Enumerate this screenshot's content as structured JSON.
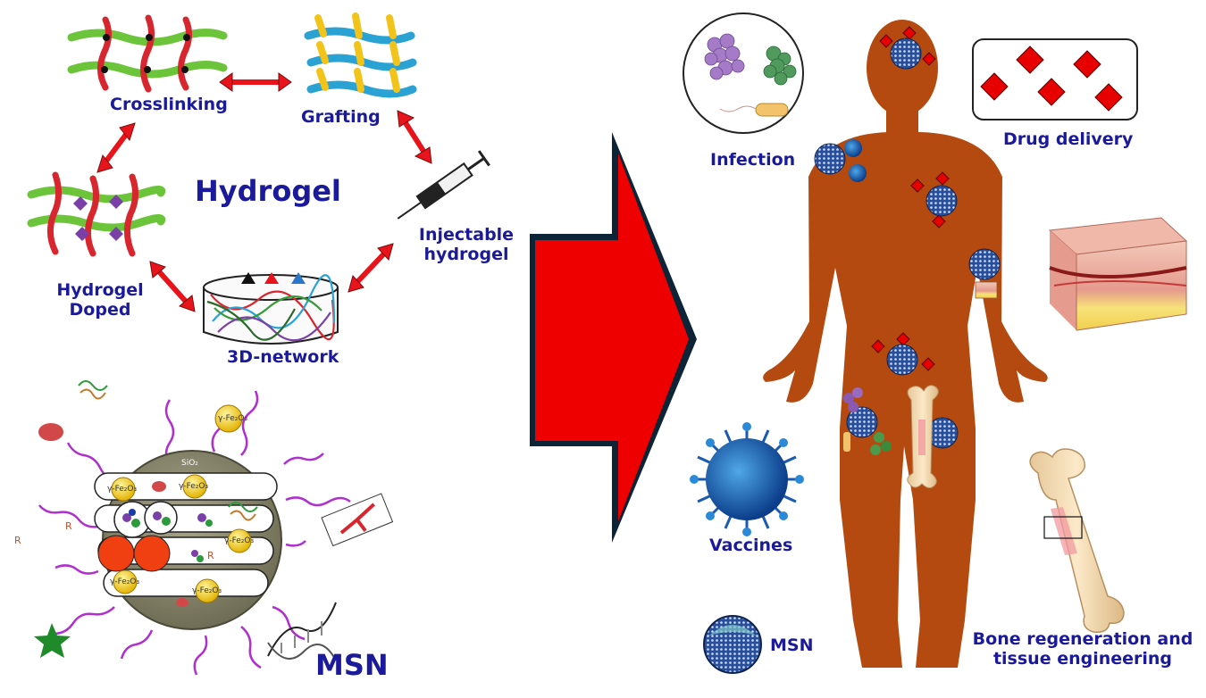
{
  "hydrogel": {
    "title": "Hydrogel",
    "methods": {
      "crosslinking": "Crosslinking",
      "grafting": "Grafting",
      "injectable_line1": "Injectable",
      "injectable_line2": "hydrogel",
      "doped_line1": "Hydrogel",
      "doped_line2": "Doped",
      "network": "3D-network"
    }
  },
  "msn": {
    "title": "MSN",
    "shell": "SiO₂",
    "iron_oxide": "γ-Fe₂O₃",
    "r_group": "R"
  },
  "applications": {
    "infection": "Infection",
    "drug_delivery": "Drug delivery",
    "vaccines": "Vaccines",
    "msn_legend": "MSN",
    "bone_line1": "Bone regeneration and",
    "bone_line2": "tissue engineering"
  },
  "colors": {
    "label_blue": "#1a1a9a",
    "arrow_red": "#e8141b",
    "body_brown": "#b54a10",
    "drug_red": "#e60000",
    "polymer_green": "#6cc43a",
    "polymer_red": "#d7262e",
    "graft_blue": "#2aa3d4",
    "graft_yellow": "#f2c318"
  }
}
